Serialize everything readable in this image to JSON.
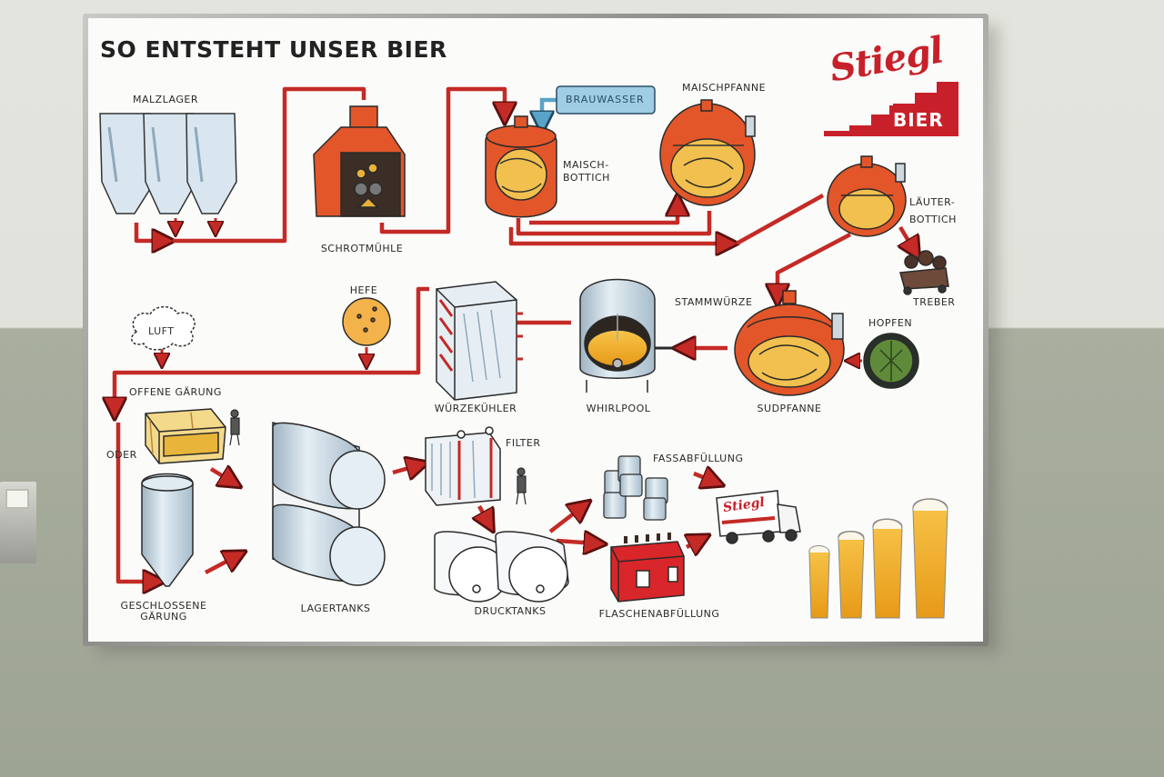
{
  "title": "SO ENTSTEHT UNSER BIER",
  "logo": {
    "brand": "Stiegl",
    "sub": "BIER"
  },
  "labels": {
    "malzlager": "MALZLAGER",
    "schrotmuehle": "SCHROTMÜHLE",
    "brauwasser": "BRAUWASSER",
    "maischbottich_1": "MAISCH-",
    "maischbottich_2": "BOTTICH",
    "maischpfanne": "MAISCHPFANNE",
    "laeuterbottich_1": "LÄUTER-",
    "laeuterbottich_2": "BOTTICH",
    "treber": "TREBER",
    "stammwuerze": "STAMMWÜRZE",
    "hopfen": "HOPFEN",
    "sudpfanne": "SUDPFANNE",
    "whirlpool": "WHIRLPOOL",
    "wuerzekuehler": "WÜRZEKÜHLER",
    "hefe": "HEFE",
    "luft": "LUFT",
    "offene_gaerung": "OFFENE GÄRUNG",
    "oder": "ODER",
    "geschlossene_1": "GESCHLOSSENE",
    "geschlossene_2": "GÄRUNG",
    "lagertanks": "LAGERTANKS",
    "filter": "FILTER",
    "drucktanks": "DRUCKTANKS",
    "fassabfuellung": "FASSABFÜLLUNG",
    "flaschenabfuellung": "FLASCHENABFÜLLUNG"
  },
  "truck_brand": "Stiegl",
  "colors": {
    "pipe": "#c42a26",
    "copper": "#e2562a",
    "steel": "#cfdde6",
    "beer": "#f1b52e",
    "board": "#fbfbf9",
    "wall_upper": "#e3e3dd",
    "wall_lower": "#a3a898"
  }
}
